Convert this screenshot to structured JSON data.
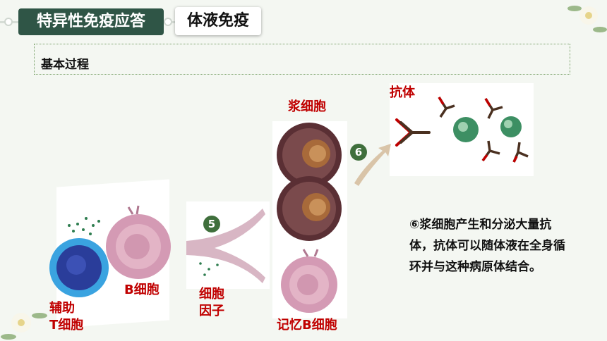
{
  "header": {
    "title": "特异性免疫应答",
    "subtitle": "体液免疫"
  },
  "section": {
    "title": "基本过程"
  },
  "labels": {
    "plasma_cell": "浆细胞",
    "antibody": "抗体",
    "helper_t_line1": "辅助",
    "helper_t_line2": "T细胞",
    "b_cell": "B细胞",
    "cytokine_line1": "细胞",
    "cytokine_line2": "因子",
    "memory_b_cell": "记忆B细胞"
  },
  "steps": {
    "step5": "5",
    "step6": "6"
  },
  "description": "⑥浆细胞产生和分泌大量抗体，抗体可以随体液在全身循环并与这种病原体结合。",
  "colors": {
    "header_bg": "#2f5546",
    "label_red": "#c00000",
    "step_green": "#3f6f3c"
  }
}
